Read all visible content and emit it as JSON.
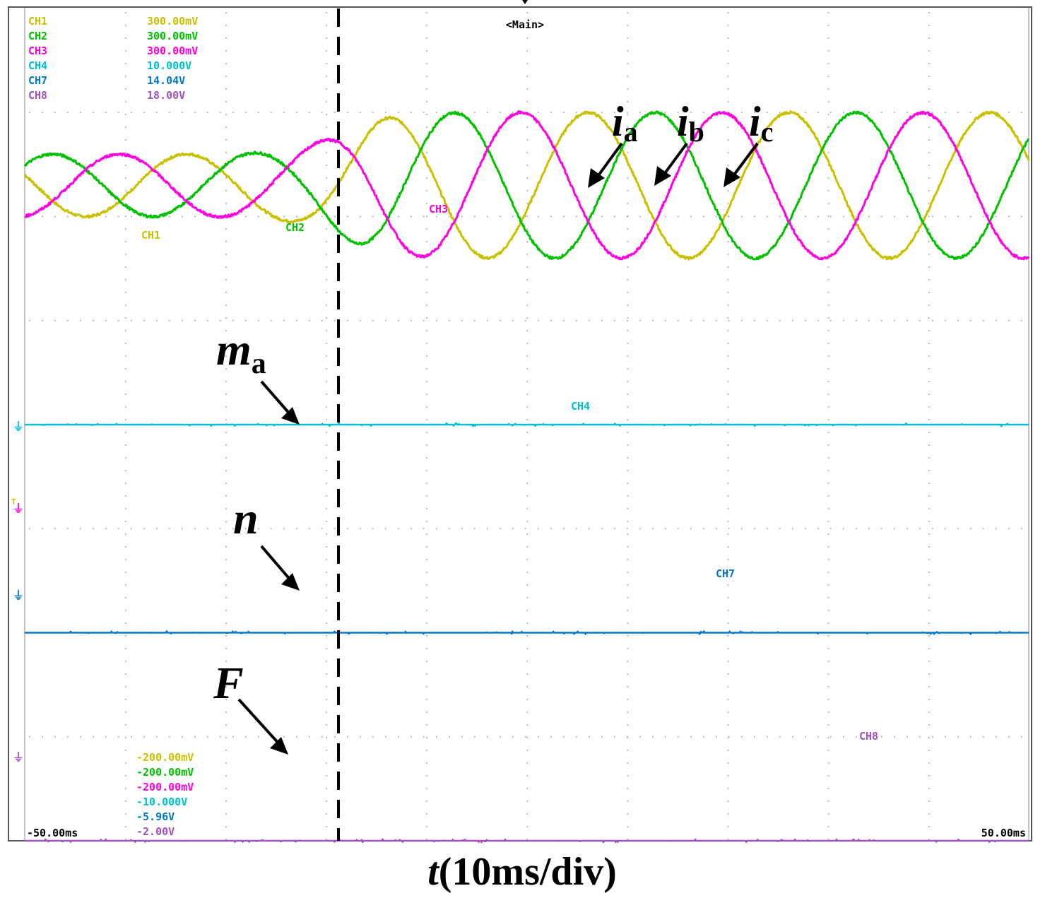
{
  "header": {
    "label": "<Main>"
  },
  "channels": [
    {
      "id": "ch1",
      "name": "CH1",
      "scale": "300.00mV",
      "offset": "-200.00mV",
      "color": "#c8c000"
    },
    {
      "id": "ch2",
      "name": "CH2",
      "scale": "300.00mV",
      "offset": "-200.00mV",
      "color": "#00c000"
    },
    {
      "id": "ch3",
      "name": "CH3",
      "scale": "300.00mV",
      "offset": "-200.00mV",
      "color": "#ff00e0"
    },
    {
      "id": "ch4",
      "name": "CH4",
      "scale": "10.000V",
      "offset": "-10.000V",
      "color": "#00c0d0"
    },
    {
      "id": "ch7",
      "name": "CH7",
      "scale": "14.04V",
      "offset": "-5.96V",
      "color": "#0078c8"
    },
    {
      "id": "ch8",
      "name": "CH8",
      "scale": "18.00V",
      "offset": "-2.00V",
      "color": "#a050c0"
    }
  ],
  "time_axis": {
    "start": "-50.00ms",
    "end": "50.00ms",
    "xlabel_italic": "t",
    "xlabel_rest": "(10ms/div)"
  },
  "annotations": {
    "ia": {
      "main": "i",
      "sub": "a"
    },
    "ib": {
      "main": "i",
      "sub": "b"
    },
    "ic": {
      "main": "i",
      "sub": "c"
    },
    "ma": {
      "main": "m",
      "sub": "a"
    },
    "n": {
      "main": "n",
      "sub": ""
    },
    "F": {
      "main": "F",
      "sub": ""
    }
  },
  "chart_data": {
    "type": "line",
    "x_unit": "ms",
    "xlim": [
      -50,
      50
    ],
    "x_divisions": 10,
    "y_divisions": 8,
    "event_time_ms": -18.5,
    "ac_frequency_hz": 50,
    "series": [
      {
        "name": "CH1",
        "kind": "sine",
        "amplitude_before_div": 0.3,
        "amplitude_after_div": 0.7,
        "center_div": 2.3,
        "phase_deg": -20
      },
      {
        "name": "CH2",
        "kind": "sine",
        "amplitude_before_div": 0.3,
        "amplitude_after_div": 0.7,
        "center_div": 2.3,
        "phase_deg": 220
      },
      {
        "name": "CH3",
        "kind": "sine",
        "amplitude_before_div": 0.3,
        "amplitude_after_div": 0.7,
        "center_div": 2.3,
        "phase_deg": 100
      },
      {
        "name": "CH4",
        "kind": "flat",
        "level_div": 0.0
      },
      {
        "name": "CH7",
        "kind": "flat",
        "level_div": -2.0
      },
      {
        "name": "CH8",
        "kind": "flat",
        "level_div": -4.0
      }
    ]
  }
}
